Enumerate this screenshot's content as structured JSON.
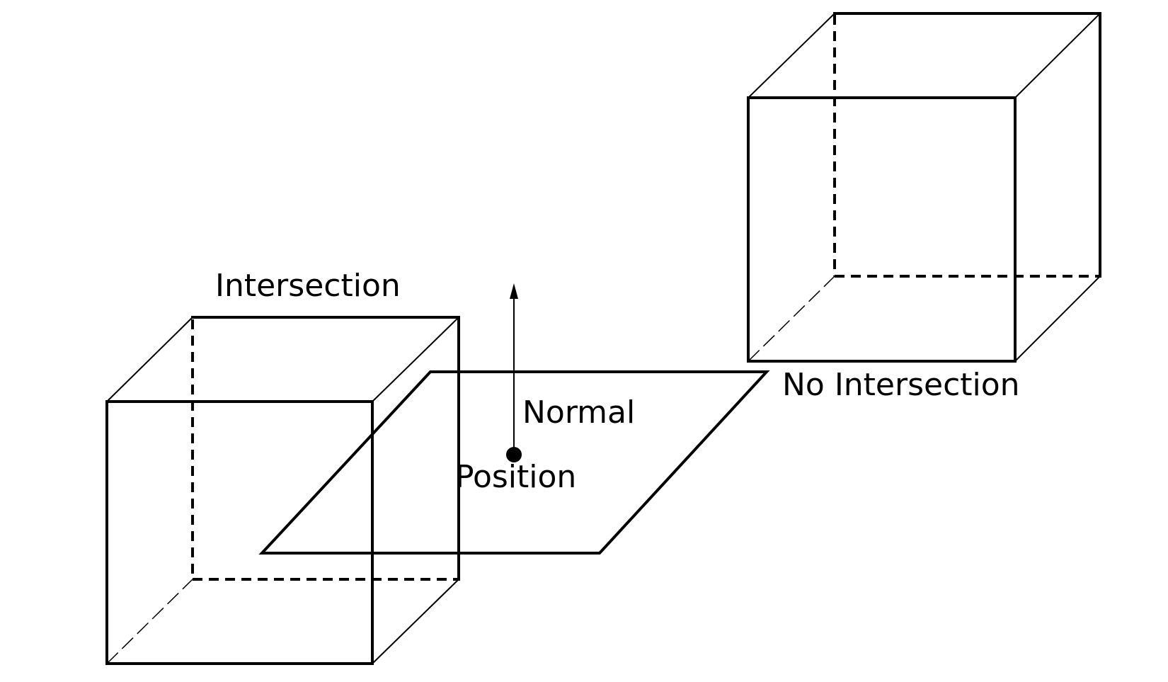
{
  "labels": {
    "intersection": "Intersection",
    "no_intersection": "No Intersection",
    "normal": "Normal",
    "position": "Position"
  },
  "colors": {
    "stroke": "#000000",
    "background": "#ffffff"
  }
}
